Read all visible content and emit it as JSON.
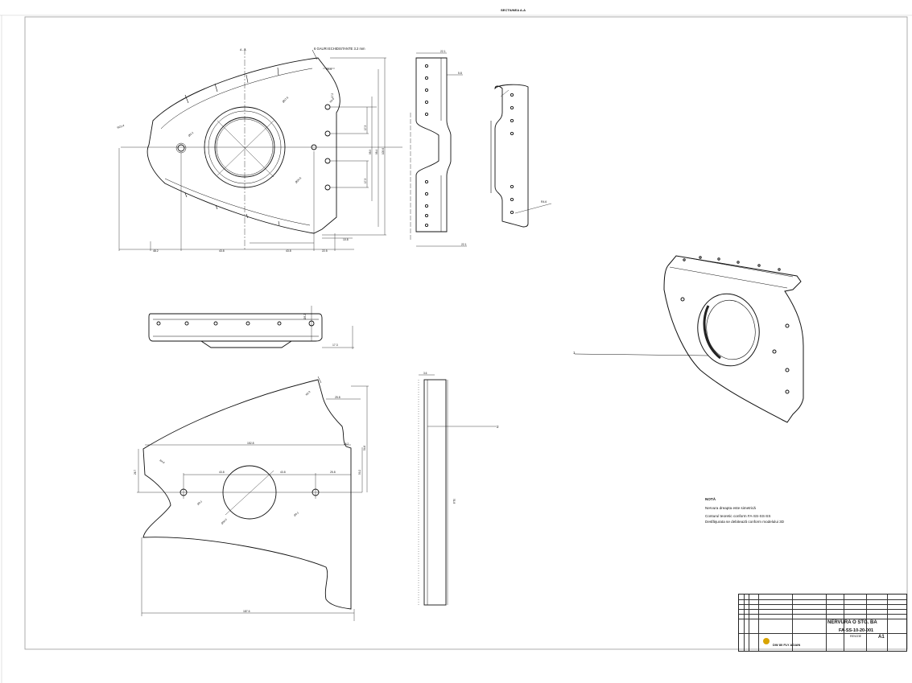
{
  "sheet": {
    "section_title": "SECTIUNEA A-A",
    "section_marker": "A - A"
  },
  "front_view_dims": {
    "holes_note": "6 GAURI ECHIDISTANTE 3.2 mm",
    "r_outer": "R23.4",
    "d_hole": "Ø3.2",
    "d_big": "Ø57.6",
    "d_small": "Ø34.6",
    "r_tip": "R4.6",
    "r_corner": "R4.6",
    "v1": "17.2",
    "v2": "17.3",
    "v3": "17.3",
    "v4": "98.9",
    "v5": "98.4",
    "h_total": "109.6",
    "h1": "48.2",
    "h2": "43.8",
    "h3": "43.8",
    "h4": "22.5",
    "h5": "10.8"
  },
  "side_view_dims": {
    "top": "22.1",
    "flange": "5.8",
    "bottom": "22.1",
    "r_side": "R4.6"
  },
  "top_view_dims": {
    "d": "Ø3.2",
    "w": "17.3"
  },
  "flat_pattern_dims": {
    "top_right": "25.8",
    "r_top": "R2.9",
    "length_top": "152.8",
    "left_h": "26.7",
    "r_left": "R4.6",
    "s1": "43.8",
    "s2": "43.8",
    "s3": "25.8",
    "right_h1": "59.2",
    "right_h2": "54.6",
    "d_left": "Ø3.1",
    "d_center": "Ø34.6",
    "d_right": "Ø3.1",
    "bottom": "187.6",
    "small": "26.2"
  },
  "thin_view_dims": {
    "top": "3.6",
    "height": "51.8"
  },
  "iso_view": {
    "balloon": "1"
  },
  "other_view": {
    "balloon": "2"
  },
  "notes": {
    "title": "NOTĂ",
    "line1": "Nervura dreapta este simetrică",
    "line2": "Conturul teoretic conform FA-SS-SS-SS",
    "line3": "Desfăşurata se debitează conform modelului 3D"
  },
  "title_block": {
    "part_name": "NERVURA O STG. BA",
    "drawing_no": "FA-SS-10-20-001",
    "sheet_format": "A1",
    "project": "DW 80 FLY AGAIN",
    "revision_label": "REVIZIE"
  }
}
